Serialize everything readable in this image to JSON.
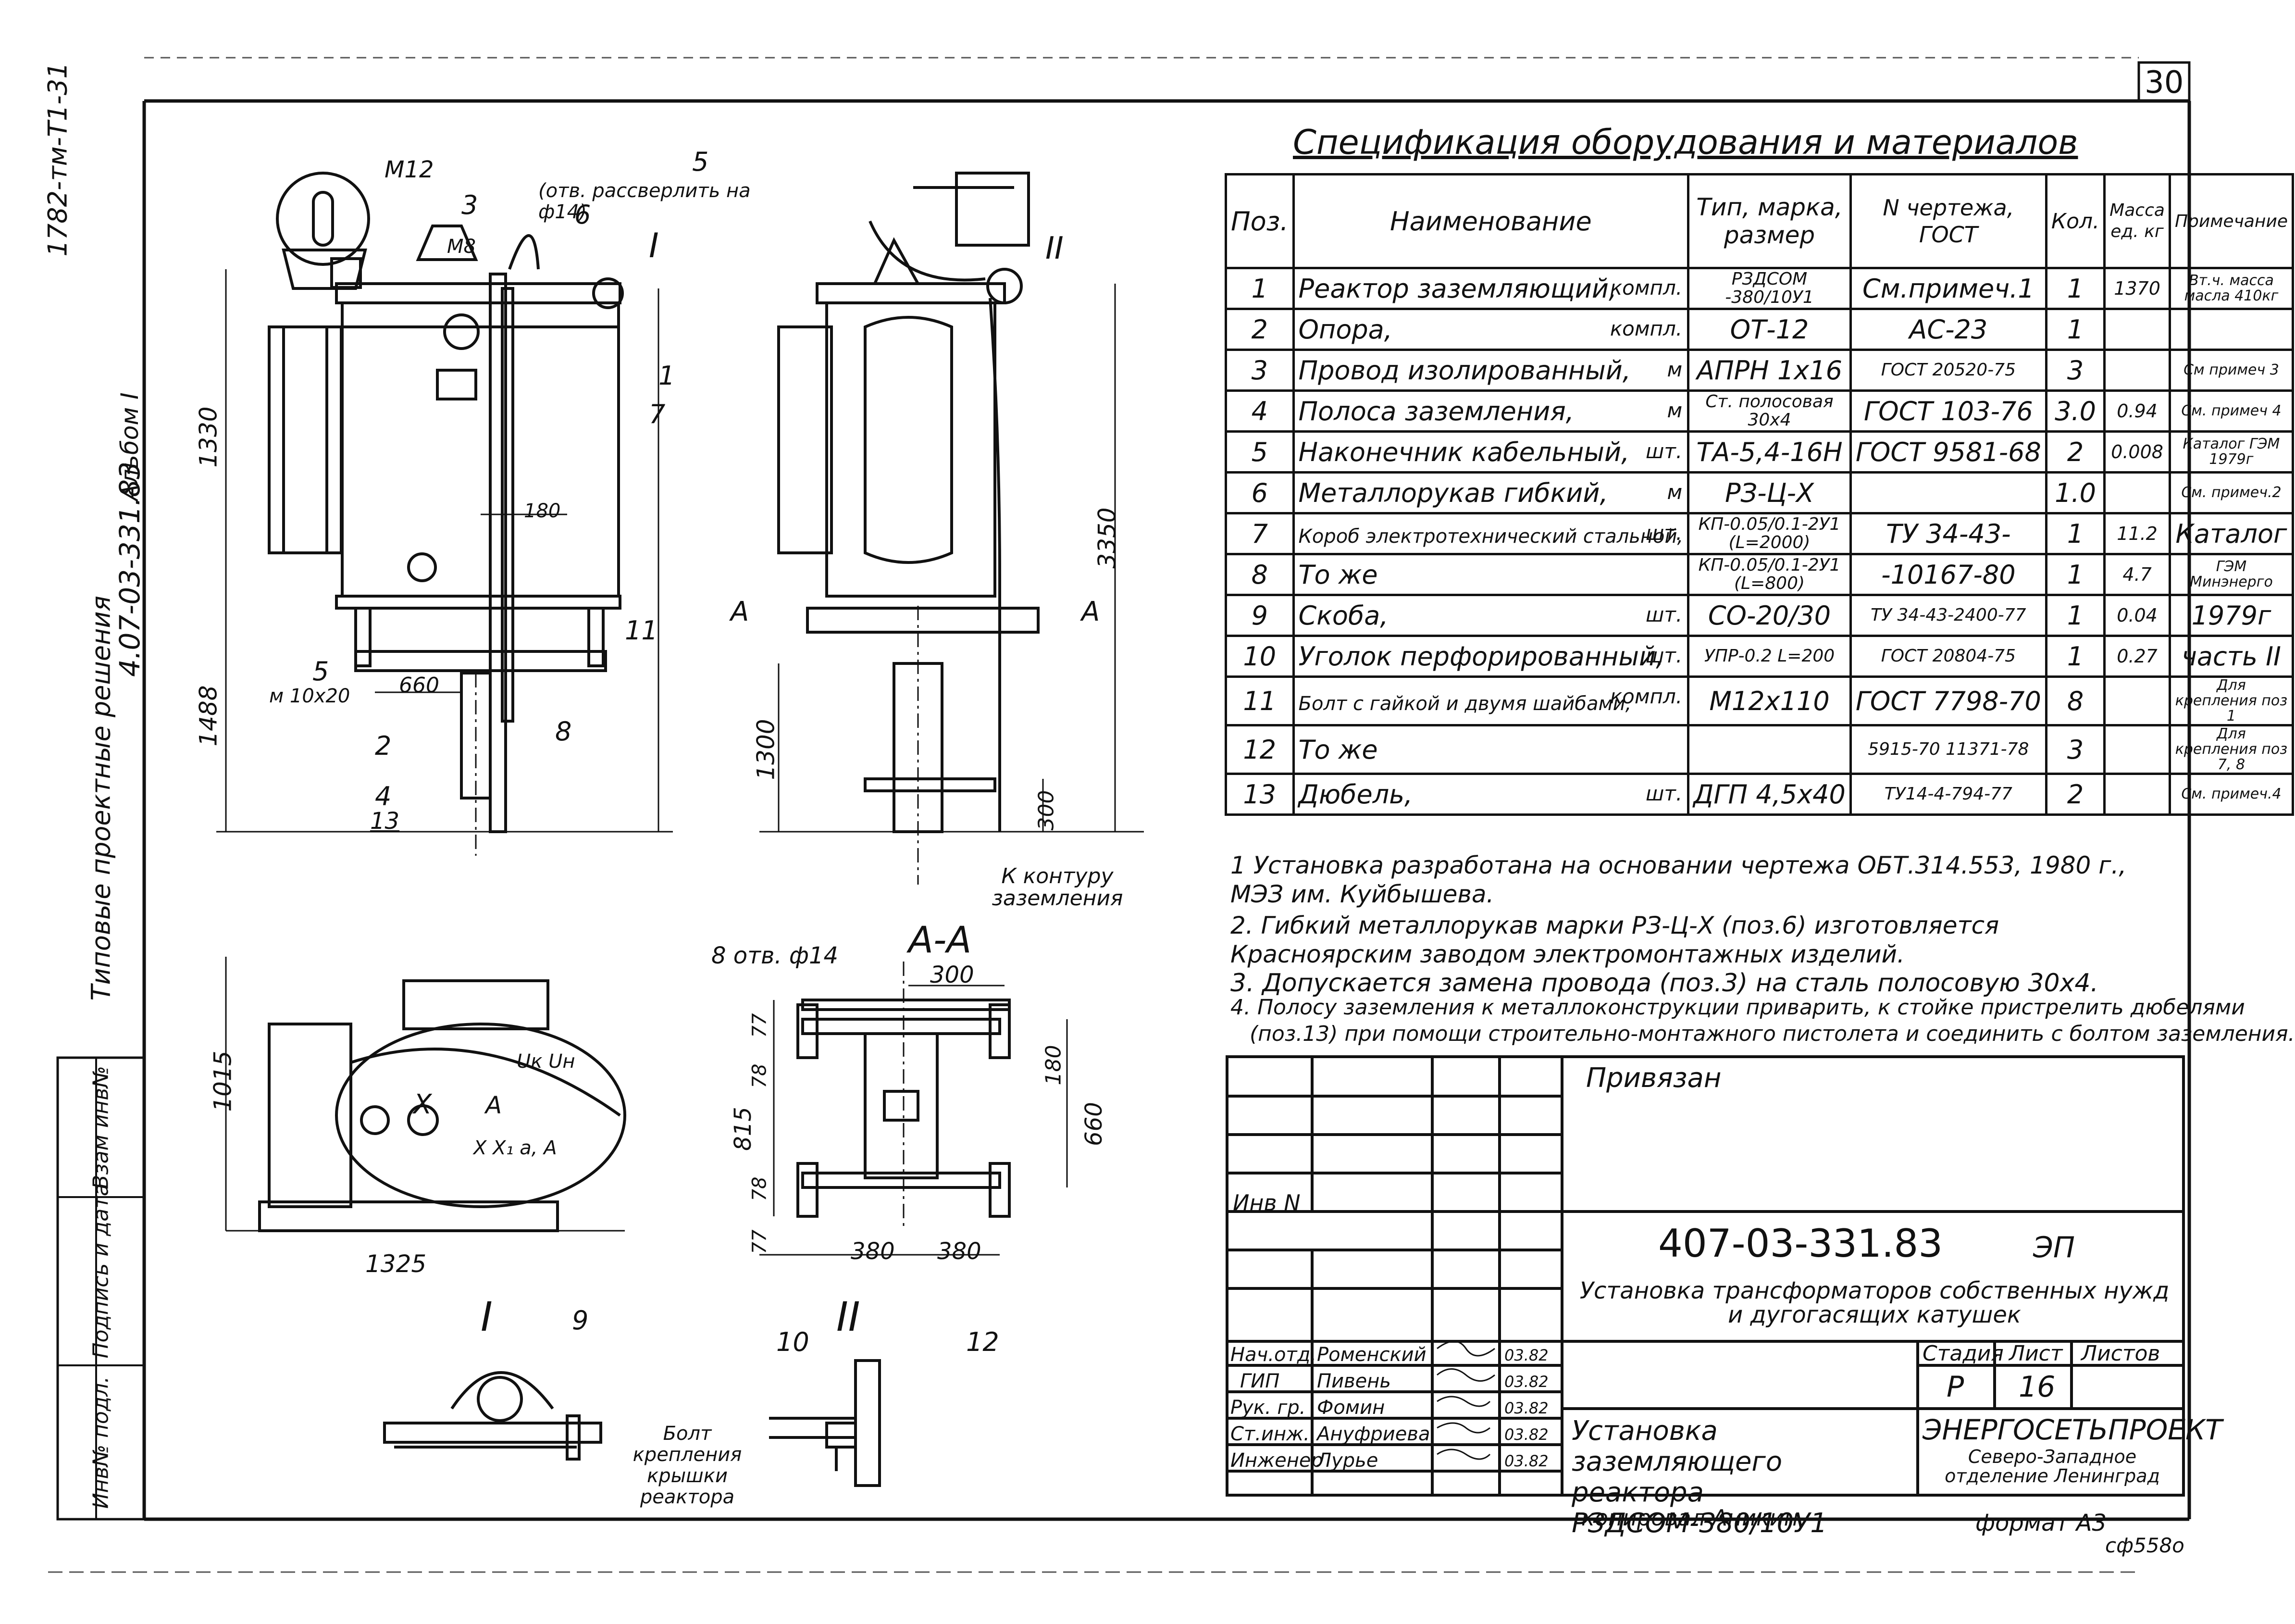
{
  "sheet_number": "30",
  "margin": {
    "doc_code_vertical": "1782-тм-Т1-31",
    "series_vertical": "4.07-03-331.83",
    "album_vertical": "Альбом I",
    "typical_vertical": "Типовые проектные решения",
    "stamp_labels": [
      "Инв№ подл.",
      "Подпись и дата",
      "Взам инв№"
    ]
  },
  "drawing": {
    "view_labels": {
      "I": "I",
      "II": "II",
      "section": "А-А",
      "A": "А"
    },
    "callouts": {
      "p1": "1",
      "p2": "2",
      "p3": "3",
      "p4": "4",
      "p5": "5",
      "p6": "6",
      "p7": "7",
      "p8": "8",
      "p9": "9",
      "p10": "10",
      "p11": "11",
      "p12": "12",
      "p13": "13",
      "p5_note": "(отв. рассверлить на ф14)",
      "m12": "М12",
      "m8": "М8",
      "m10": "м 10х20",
      "contour": "К контуру заземления",
      "holes": "8 отв. ф14",
      "bolt_note": "Болт крепления крышки реактора",
      "terminals": "Uк  Uн",
      "x": "X",
      "a": "A",
      "xa": "X X₁ а, А"
    },
    "dimensions": {
      "d1330": "1330",
      "d1488": "1488",
      "d3350": "3350",
      "d180": "180",
      "d660a": "660",
      "d1300": "1300",
      "d300a": "300",
      "d1015": "1015",
      "d1325": "1325",
      "d300b": "300",
      "d77a": "77",
      "d78a": "78",
      "d815": "815",
      "d78b": "78",
      "d77b": "77",
      "d180b": "180",
      "d660b": "660",
      "d380a": "380",
      "d380b": "380"
    }
  },
  "spec": {
    "title": "Спецификация оборудования и материалов",
    "headers": [
      "Поз.",
      "Наименование",
      "Тип, марка, размер",
      "N чертежа, ГОСТ",
      "Кол.",
      "Масса ед. кг",
      "Примечание"
    ],
    "rows": [
      {
        "pos": "1",
        "name": "Реактор заземляющий,",
        "unit": "компл.",
        "type": "РЗДСОМ -380/10У1",
        "gost": "См.примеч.1",
        "qty": "1",
        "mass": "1370",
        "note": "Вт.ч. масса масла 410кг"
      },
      {
        "pos": "2",
        "name": "Опора,",
        "unit": "компл.",
        "type": "ОТ-12",
        "gost": "АС-23",
        "qty": "1",
        "mass": "",
        "note": ""
      },
      {
        "pos": "3",
        "name": "Провод изолированный,",
        "unit": "м",
        "type": "АПРН 1х16",
        "gost": "ГОСТ 20520-75",
        "qty": "3",
        "mass": "",
        "note": "См примеч 3"
      },
      {
        "pos": "4",
        "name": "Полоса заземления,",
        "unit": "м",
        "type": "Ст. полосовая 30х4",
        "gost": "ГОСТ 103-76",
        "qty": "3.0",
        "mass": "0.94",
        "note": "См. примеч 4"
      },
      {
        "pos": "5",
        "name": "Наконечник кабельный,",
        "unit": "шт.",
        "type": "ТА-5,4-16Н",
        "gost": "ГОСТ 9581-68",
        "qty": "2",
        "mass": "0.008",
        "note": "Каталог ГЭМ 1979г"
      },
      {
        "pos": "6",
        "name": "Металлорукав гибкий,",
        "unit": "м",
        "type": "РЗ-Ц-Х",
        "gost": "",
        "qty": "1.0",
        "mass": "",
        "note": "См. примеч.2"
      },
      {
        "pos": "7",
        "name": "Короб электротехнический стальной,",
        "unit": "шт.",
        "type": "КП-0.05/0.1-2У1 (L=2000)",
        "gost": "ТУ 34-43-",
        "qty": "1",
        "mass": "11.2",
        "note": "Каталог"
      },
      {
        "pos": "8",
        "name": "То же",
        "unit": "",
        "type": "КП-0.05/0.1-2У1 (L=800)",
        "gost": "-10167-80",
        "qty": "1",
        "mass": "4.7",
        "note": "ГЭМ Минэнерго"
      },
      {
        "pos": "9",
        "name": "Скоба,",
        "unit": "шт.",
        "type": "СО-20/30",
        "gost": "ТУ 34-43-2400-77",
        "qty": "1",
        "mass": "0.04",
        "note": "1979г"
      },
      {
        "pos": "10",
        "name": "Уголок перфорированный,",
        "unit": "шт.",
        "type": "УПР-0.2 L=200",
        "gost": "ГОСТ 20804-75",
        "qty": "1",
        "mass": "0.27",
        "note": "часть II"
      },
      {
        "pos": "11",
        "name": "Болт с гайкой и двумя шайбами,",
        "unit": "компл.",
        "type": "М12х110",
        "gost": "ГОСТ 7798-70",
        "qty": "8",
        "mass": "",
        "note": "Для крепления поз 1"
      },
      {
        "pos": "12",
        "name": "То же",
        "unit": "",
        "type": "",
        "gost": "5915-70 11371-78",
        "qty": "3",
        "mass": "",
        "note": "Для крепления поз 7, 8"
      },
      {
        "pos": "13",
        "name": "Дюбель,",
        "unit": "шт.",
        "type": "ДГП 4,5х40",
        "gost": "ТУ14-4-794-77",
        "qty": "2",
        "mass": "",
        "note": "См. примеч.4"
      }
    ]
  },
  "notes": [
    "1  Установка разработана на основании чертежа ОБТ.314.553, 1980 г., МЭЗ им. Куйбышева.",
    "2. Гибкий металлорукав марки РЗ-Ц-Х (поз.6) изготовляется Красноярским заводом электромонтажных изделий.",
    "3. Допускается замена провода (поз.3) на сталь полосовую 30х4.",
    "4. Полосу заземления к металлоконструкции приварить, к стойке пристрелить дюбелями",
    "(поз.13) при помощи строительно-монтажного пистолета и соединить с болтом заземления."
  ],
  "title_block": {
    "privyazan": "Привязан",
    "inv": "Инв N",
    "doc_number": "407-03-331.83",
    "section": "ЭП",
    "project_title": "Установка трансформаторов собственных нужд и дугогасящих катушек",
    "stage_label": "Стадия",
    "sheet_label": "Лист",
    "sheets_label": "Листов",
    "stage": "Р",
    "sheet": "16",
    "sheets": "",
    "staff": [
      {
        "role": "Нач.отд.",
        "name": "Роменский",
        "date": "03.82"
      },
      {
        "role": "ГИП",
        "name": "Пивень",
        "date": "03.82"
      },
      {
        "role": "Рук. гр.",
        "name": "Фомин",
        "date": "03.82"
      },
      {
        "role": "Ст.инж.",
        "name": "Ануфриева",
        "date": "03.82"
      },
      {
        "role": "Инженер",
        "name": "Лурье",
        "date": "03.82"
      }
    ],
    "drawing_title": "Установка заземляющего реактора РЗДСОМ-380/10У1",
    "org_name": "ЭНЕРГОСЕТЬПРОЕКТ",
    "org_branch": "Северо-Западное отделение Ленинград"
  },
  "footer": {
    "copied": "копировал Аникин",
    "format": "формат А3",
    "code": "сф558о"
  }
}
